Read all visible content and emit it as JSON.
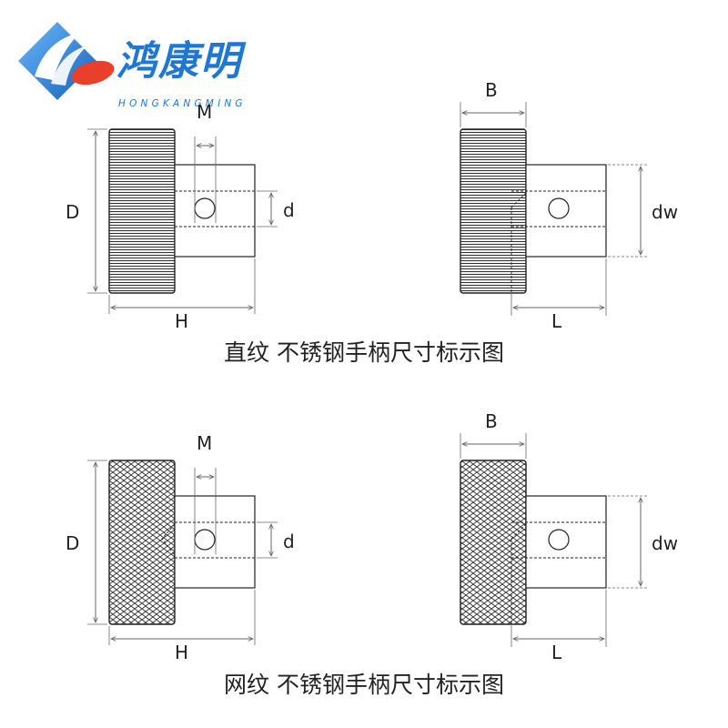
{
  "logo": {
    "name_cn": "鸿康明",
    "name_en": "HONGKANGMING",
    "colors": {
      "blue": "#1e78d2",
      "red": "#e8402a"
    }
  },
  "diagrams": [
    {
      "caption": "直纹 不锈钢手柄尺寸标示图",
      "knurl": "straight",
      "labels": {
        "M": "M",
        "d": "d",
        "D": "D",
        "H": "H",
        "B": "B",
        "dw": "dw",
        "L": "L"
      }
    },
    {
      "caption": "网纹 不锈钢手柄尺寸标示图",
      "knurl": "diamond",
      "labels": {
        "M": "M",
        "d": "d",
        "D": "D",
        "H": "H",
        "B": "B",
        "dw": "dw",
        "L": "L"
      }
    }
  ]
}
